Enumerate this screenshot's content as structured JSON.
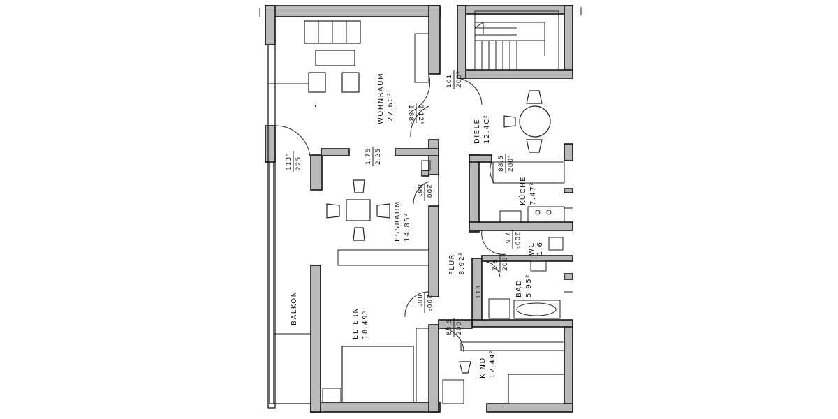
{
  "rooms": {
    "wohnraum": {
      "name": "WOHNRAUM",
      "area": "27.6C²"
    },
    "diele": {
      "name": "DIELE",
      "area": "12.4C²"
    },
    "kueche": {
      "name": "KÜCHE",
      "area": "7.47²"
    },
    "essraum": {
      "name": "ESSRAUM",
      "area": "14.85²"
    },
    "flur": {
      "name": "FLUR",
      "area": "8.92²"
    },
    "wc": {
      "name": "WC",
      "area": "1.6"
    },
    "bad": {
      "name": "BAD",
      "area": "5.95²"
    },
    "eltern": {
      "name": "ELTERN",
      "area": "18.49⁵"
    },
    "kind": {
      "name": "KIND",
      "area": "12.44²"
    },
    "balkon": {
      "name": "BALKON"
    }
  },
  "dimensions": {
    "balkon_door": {
      "top": "113⁵",
      "bottom": "225"
    },
    "wohn_ess": {
      "top": "1.76",
      "bottom": "2.25"
    },
    "wohn_door": {
      "top": "2.12⁵",
      "bottom": "1.88⁵"
    },
    "diele_door": {
      "top": "101",
      "bottom": "200⁵"
    },
    "ess_door": {
      "top": "200",
      "bottom": "88⁵"
    },
    "kueche_door": {
      "top": "88.5",
      "bottom": "200⁵"
    },
    "wc_door": {
      "top": "200⁵",
      "bottom": "7.6"
    },
    "bad_door": {
      "top": "7.6",
      "bottom": "200⁵"
    },
    "bad_side": "113",
    "eltern_door": {
      "top": "200⁵",
      "bottom": "88⁵"
    },
    "kind_door": {
      "top": "88.5",
      "bottom": "200"
    }
  }
}
